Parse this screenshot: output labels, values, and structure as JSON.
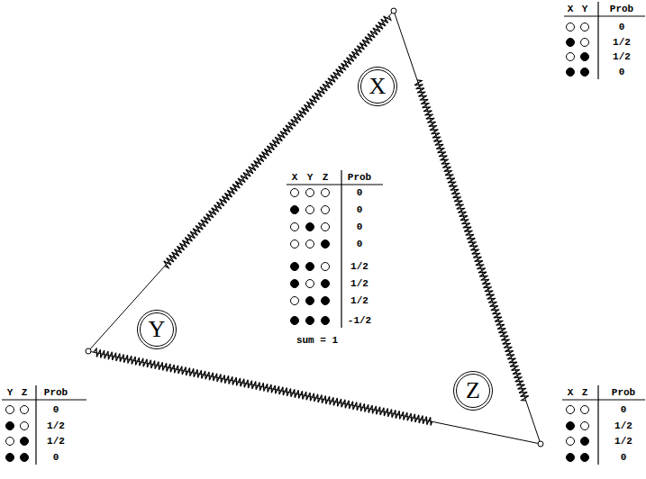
{
  "diagram": {
    "nodes": [
      {
        "text": [
          "X"
        ]
      },
      {
        "text": [
          "Y"
        ]
      },
      {
        "text": [
          "Z"
        ]
      }
    ],
    "labels": [
      "X",
      "Y",
      "Prob",
      "0",
      "1/2",
      "1/2",
      "0",
      "X",
      "Y",
      "Z",
      "Prob",
      "0",
      "0",
      "0",
      "0",
      "1/2",
      "1/2",
      "1/2",
      "-1/2",
      "sum = 1",
      "Y",
      "Z",
      "Prob",
      "0",
      "1/2",
      "1/2",
      "0",
      "X",
      "Z",
      "Prob",
      "0",
      "1/2",
      "1/2",
      "0"
    ]
  }
}
